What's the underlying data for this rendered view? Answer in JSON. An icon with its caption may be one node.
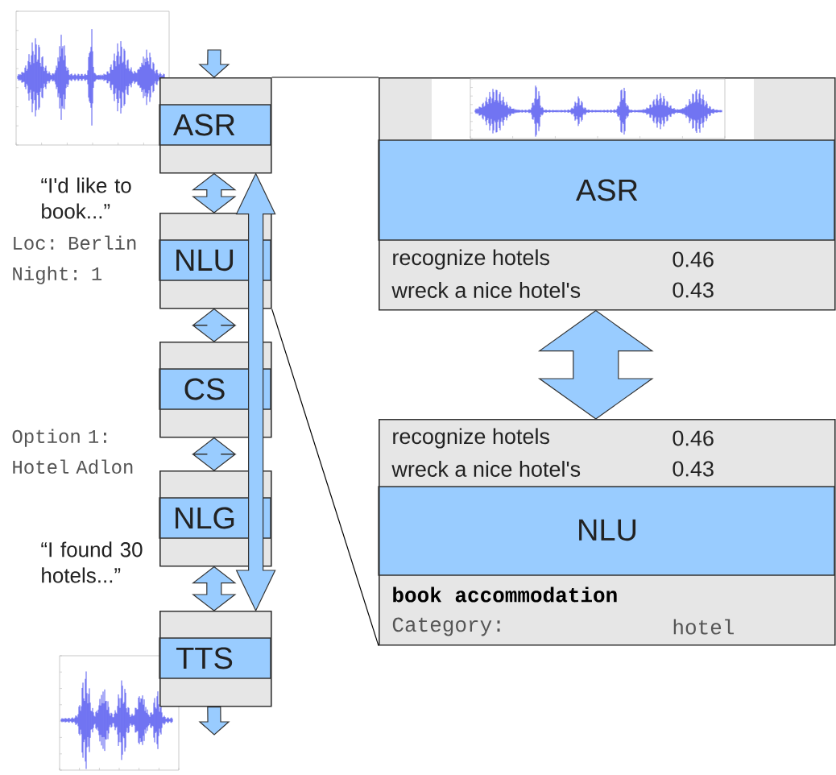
{
  "diagram": {
    "nodes": [
      {
        "text": [
          "ASR"
        ]
      },
      {
        "text": [
          "NLU"
        ]
      },
      {
        "text": [
          "CS"
        ]
      },
      {
        "text": [
          "NLG"
        ]
      },
      {
        "text": [
          "TTS"
        ]
      },
      {
        "text": [
          "ASR",
          "recognize hotels",
          "0.46",
          "wreck a nice hotel's",
          "0.43"
        ]
      },
      {
        "text": [
          "recognize hotels",
          "0.46",
          "wreck a nice hotel's",
          "0.43",
          "NLU",
          "book accommodation",
          "Category:",
          "hotel"
        ]
      }
    ],
    "edges": [
      {
        "from": 0,
        "to": 1,
        "arrow": "both"
      },
      {
        "from": 1,
        "to": 2,
        "arrow": "both"
      },
      {
        "from": 2,
        "to": 3,
        "arrow": "both"
      },
      {
        "from": 3,
        "to": 4,
        "arrow": "both"
      },
      {
        "from": 0,
        "to": 4,
        "arrow": "both"
      },
      {
        "from": null,
        "to": 0,
        "arrow": "to"
      },
      {
        "from": 4,
        "to": null,
        "arrow": "to"
      },
      {
        "from": 5,
        "to": 6,
        "arrow": "both"
      },
      {
        "from": 0,
        "to": 5,
        "arrow": "none"
      },
      {
        "from": 1,
        "to": 6,
        "arrow": "none"
      }
    ],
    "labels": [
      "“I'd like to book...”",
      "Loc: Berlin Night: 1",
      "Option 1: Hotel Adlon",
      "“I found 30 hotels...”"
    ]
  }
}
